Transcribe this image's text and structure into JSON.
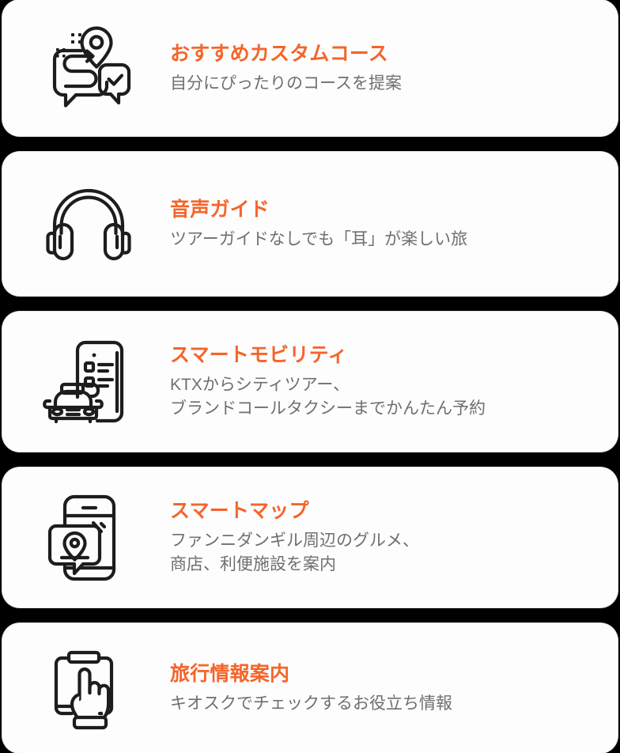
{
  "theme": {
    "page_background": "#000000",
    "card_background": "#fdfdfd",
    "accent_color": "#f4652b",
    "description_color": "#6f6f6f",
    "icon_stroke_color": "#1d1d1d"
  },
  "cards": [
    {
      "icon": "route-chat-pin-check-icon",
      "title": "おすすめカスタムコース",
      "description": "自分にぴったりのコースを提案"
    },
    {
      "icon": "headphones-icon",
      "title": "音声ガイド",
      "description": "ツアーガイドなしでも「耳」が楽しい旅"
    },
    {
      "icon": "taxi-phone-booking-icon",
      "title": "スマートモビリティ",
      "description": "KTXからシティツアー、\nブランドコールタクシーまでかんたん予約"
    },
    {
      "icon": "phone-map-pin-icon",
      "title": "スマートマップ",
      "description": "ファンニダンギル周辺のグルメ、\n商店、利便施設を案内"
    },
    {
      "icon": "kiosk-touch-hand-icon",
      "title": "旅行情報案内",
      "description": "キオスクでチェックするお役立ち情報"
    }
  ]
}
